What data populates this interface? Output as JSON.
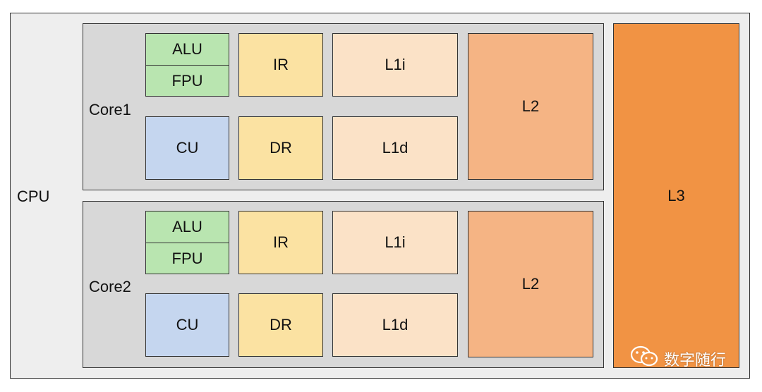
{
  "cpu": {
    "label": "CPU"
  },
  "cores": [
    {
      "label": "Core1",
      "alu": "ALU",
      "fpu": "FPU",
      "cu": "CU",
      "ir": "IR",
      "dr": "DR",
      "l1i": "L1i",
      "l1d": "L1d",
      "l2": "L2"
    },
    {
      "label": "Core2",
      "alu": "ALU",
      "fpu": "FPU",
      "cu": "CU",
      "ir": "IR",
      "dr": "DR",
      "l1i": "L1i",
      "l1d": "L1d",
      "l2": "L2"
    }
  ],
  "l3": {
    "label": "L3"
  },
  "watermark": {
    "text": "数字随行",
    "icon": "wechat-icon"
  },
  "colors": {
    "alu_fpu": "#b9e5b0",
    "cu": "#c5d6ef",
    "registers": "#fbe2a2",
    "l1": "#fbe2c7",
    "l2": "#f5b484",
    "l3": "#f19344"
  }
}
